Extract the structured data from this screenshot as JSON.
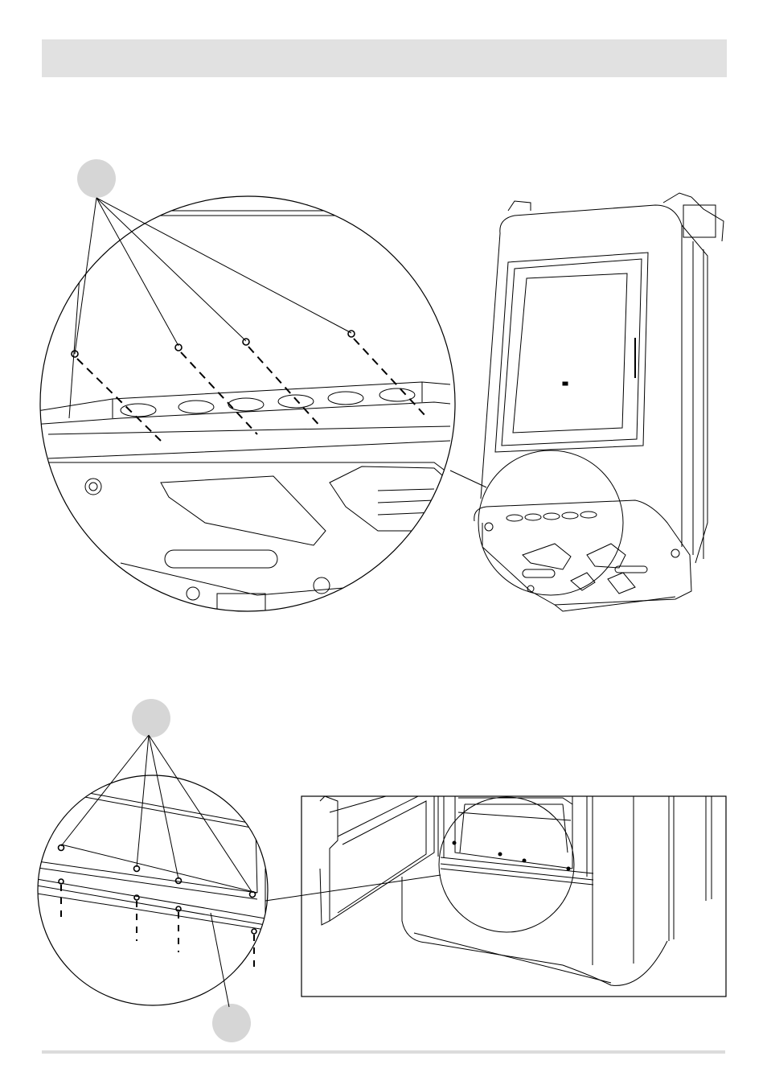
{
  "page": {
    "header": {
      "text": ""
    },
    "callouts": [
      {
        "id": "callout-1",
        "label": ""
      },
      {
        "id": "callout-2",
        "label": ""
      },
      {
        "id": "callout-3",
        "label": ""
      }
    ],
    "colors": {
      "header_band": "#e1e1e1",
      "callout_fill": "#d6d6d6",
      "line": "#000000",
      "footer_rule": "#dcdcdc"
    }
  }
}
